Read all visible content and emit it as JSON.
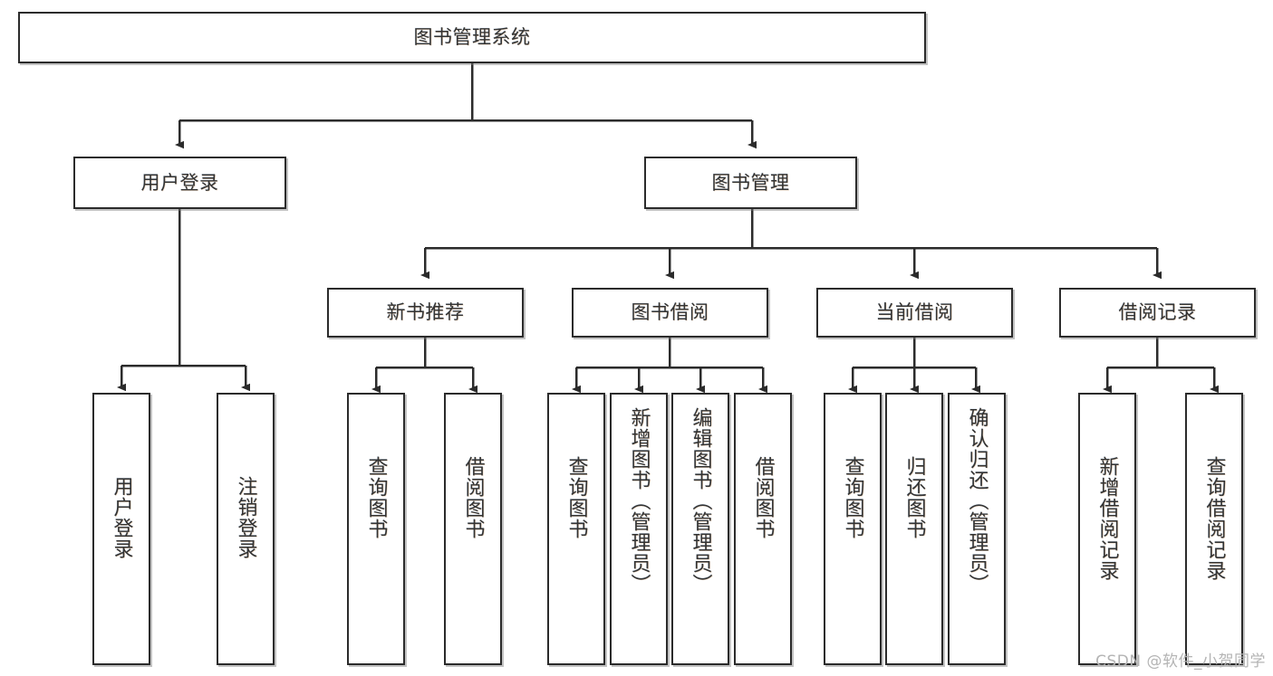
{
  "diagram": {
    "type": "tree",
    "title": "图书管理系统",
    "root": {
      "label": "图书管理系统"
    },
    "level2": [
      {
        "label": "用户登录"
      },
      {
        "label": "图书管理"
      }
    ],
    "level3": [
      {
        "label": "新书推荐"
      },
      {
        "label": "图书借阅"
      },
      {
        "label": "当前借阅"
      },
      {
        "label": "借阅记录"
      }
    ],
    "leaves": {
      "user_login": [
        {
          "label": "用户登录"
        },
        {
          "label": "注销登录"
        }
      ],
      "new_book": [
        {
          "label": "查询图书"
        },
        {
          "label": "借阅图书"
        }
      ],
      "book_borrow": [
        {
          "label": "查询图书"
        },
        {
          "label": "新增图书（管理员）"
        },
        {
          "label": "编辑图书（管理员）"
        },
        {
          "label": "借阅图书"
        }
      ],
      "current_borrow": [
        {
          "label": "查询图书"
        },
        {
          "label": "归还图书"
        },
        {
          "label": "确认归还（管理员）"
        }
      ],
      "borrow_record": [
        {
          "label": "新增借阅记录"
        },
        {
          "label": "查询借阅记录"
        }
      ]
    }
  },
  "watermark": {
    "text": "CSDN @软件_小贺同学"
  },
  "colors": {
    "stroke": "#2b2b2b",
    "box_fill": "#ffffff",
    "text": "#333333",
    "watermark": "#b4b4b4",
    "background": "#ffffff"
  }
}
